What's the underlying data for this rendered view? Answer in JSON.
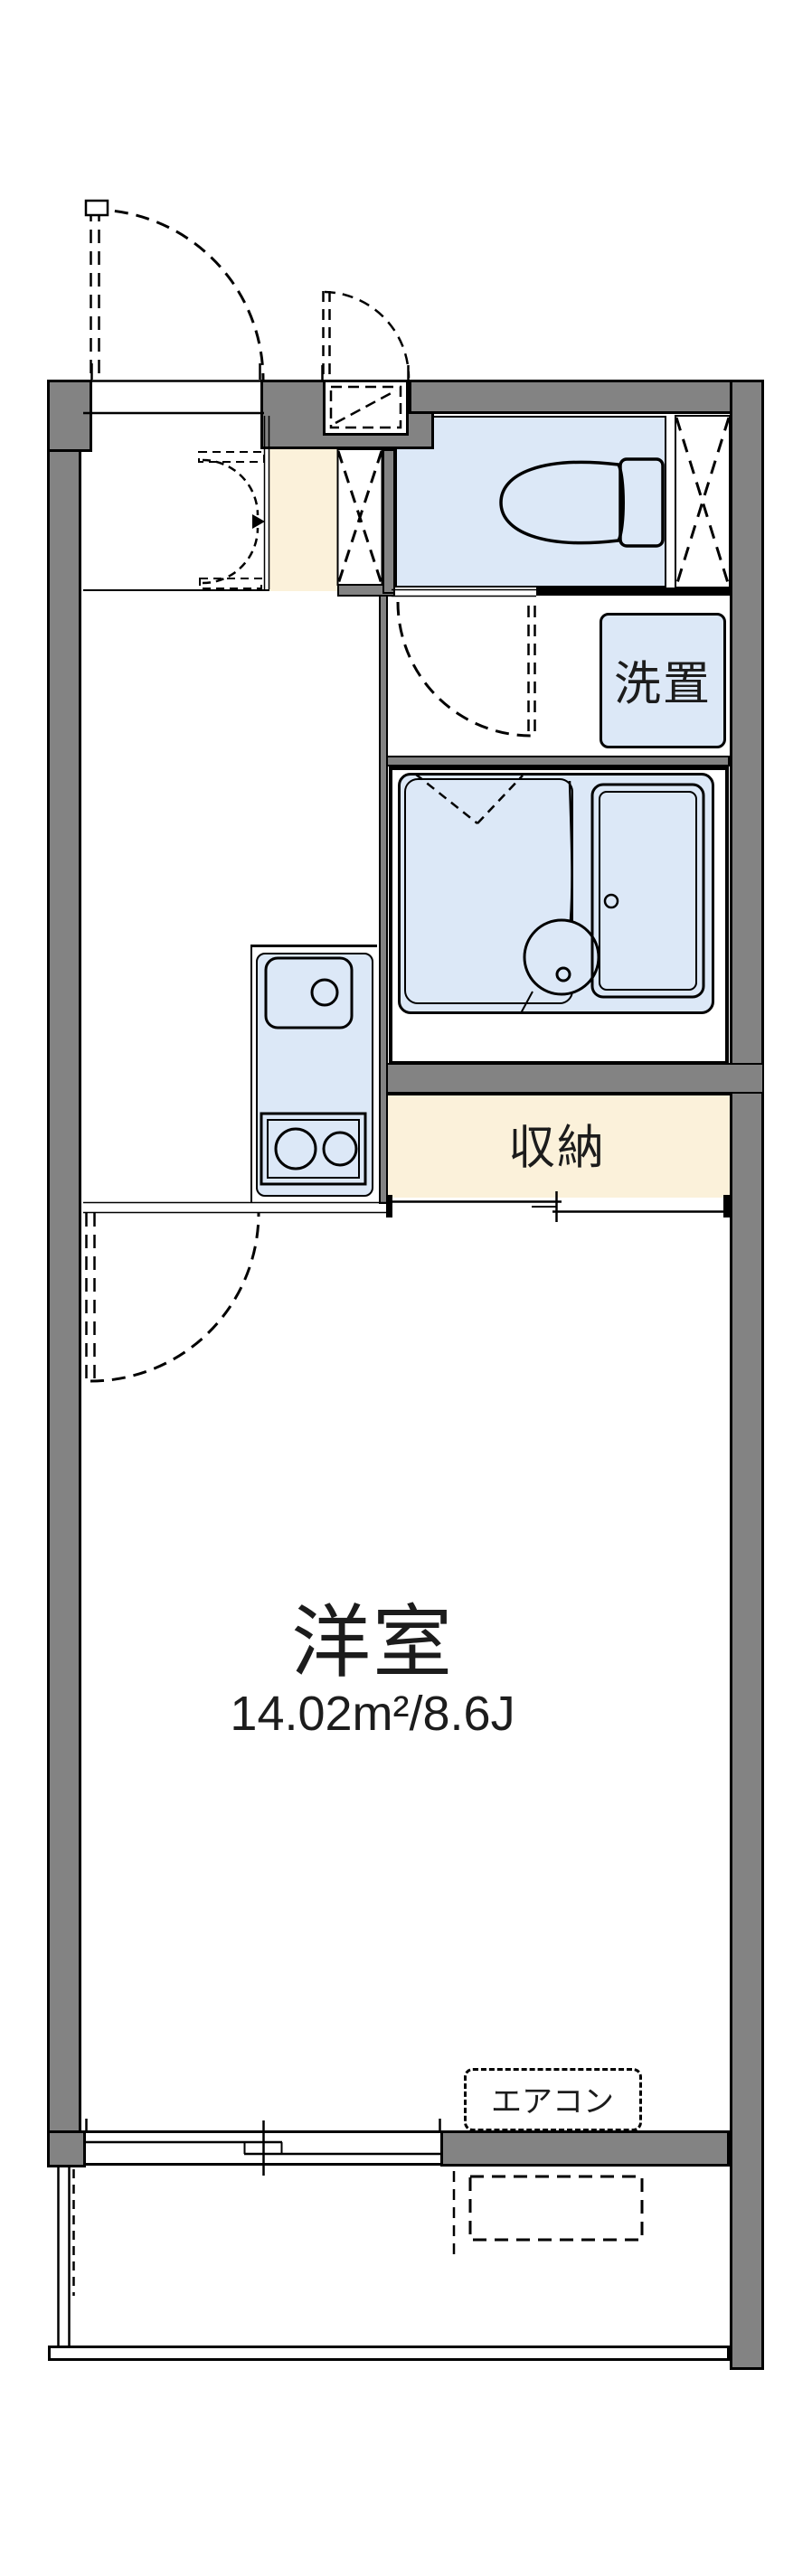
{
  "plan": {
    "title": "apartment floor plan",
    "rooms": {
      "laundry_label": "洗置",
      "storage_label": "収納",
      "main_room_label": "洋室",
      "main_room_area": "14.02m²/8.6J",
      "aircon_label": "エアコン"
    },
    "colors": {
      "wall_gray": "#838383",
      "fixture_blue": "#dce8f7",
      "floor_cream": "#fbf1da",
      "line_black": "#000000",
      "background": "#ffffff"
    }
  }
}
